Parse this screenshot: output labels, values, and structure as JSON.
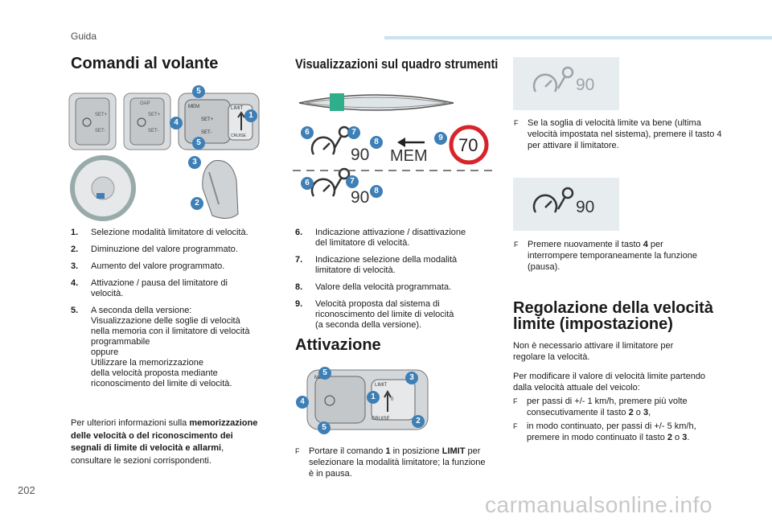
{
  "header": {
    "section": "Guida"
  },
  "page_number": "202",
  "watermark": "carmanualsonline.info",
  "left": {
    "title": "Comandi al volante",
    "items": [
      {
        "num": "1.",
        "text": "Selezione modalità limitatore di velocità."
      },
      {
        "num": "2.",
        "text": "Diminuzione del valore programmato."
      },
      {
        "num": "3.",
        "text": "Aumento del valore programmato."
      },
      {
        "num": "4.",
        "text": "Attivazione / pausa del limitatore di\nvelocità."
      },
      {
        "num": "5.",
        "text": "A seconda della versione:\nVisualizzazione delle soglie di velocità\nnella memoria con il limitatore di velocità\nprogrammabile\noppure\nUtilizzare la memorizzazione\ndella velocità proposta mediante\nriconoscimento del limite di velocità."
      }
    ],
    "note_prefix": "Per ulteriori informazioni sulla",
    "note_bold": "memorizzazione delle velocità o del riconoscimento dei segnali di limite di velocità e allarmi",
    "note_suffix": ", consultare le sezioni corrispondenti."
  },
  "middle": {
    "title": "Visualizzazioni sul quadro strumenti",
    "display": {
      "speed": "90",
      "mem": "MEM",
      "sign_speed": "70"
    },
    "items": [
      {
        "num": "6.",
        "text": "Indicazione attivazione / disattivazione\ndel limitatore di velocità."
      },
      {
        "num": "7.",
        "text": "Indicazione selezione della modalità\nlimitatore di velocità."
      },
      {
        "num": "8.",
        "text": "Valore della velocità programmata."
      },
      {
        "num": "9.",
        "text": "Velocità proposta dal sistema di\nriconoscimento del limite di velocità\n(a seconda della versione)."
      }
    ],
    "activation_title": "Attivazione",
    "activation_bullet": {
      "prefix": "Portare il comando ",
      "b1": "1",
      "mid": " in posizione ",
      "b2": "LIMIT",
      "suffix": " per selezionare la modalità limitatore; la funzione è in pausa."
    },
    "stalk_labels": {
      "limit": "LIMIT",
      "off": "0",
      "cruise": "CRUISE",
      "mem": "MEM"
    }
  },
  "right": {
    "panel_speed": "90",
    "bullet1": "Se la soglia di velocità limite va bene (ultima velocità impostata nel sistema), premere il tasto 4 per attivare il limitatore.",
    "bullet2": {
      "prefix": "Premere nuovamente il tasto ",
      "b": "4",
      "suffix": " per interrompere temporaneamente la funzione (pausa)."
    },
    "reg_title_1": "Regolazione della velocità",
    "reg_title_2": "limite (impostazione)",
    "reg_p1": "Non è necessario attivare il limitatore per regolare la velocità.",
    "reg_p2": "Per modificare il valore di velocità limite partendo dalla velocità attuale del veicolo:",
    "reg_b1": {
      "prefix": "per passi di +/- 1 km/h, premere più volte consecutivamente il tasto ",
      "b1": "2",
      "mid": " o ",
      "b2": "3",
      "suffix": ","
    },
    "reg_b2": {
      "prefix": "in modo continuato, per passi di +/- 5 km/h, premere in modo continuato il tasto ",
      "b1": "2",
      "mid": " o ",
      "b2": "3",
      "suffix": "."
    }
  },
  "callouts": {
    "n1": "1",
    "n2": "2",
    "n3": "3",
    "n4": "4",
    "n5": "5",
    "n6": "6",
    "n7": "7",
    "n8": "8",
    "n9": "9"
  },
  "bullet_glyph": "F",
  "colors": {
    "accent": "#3d7fb6",
    "header_bar": "#c9e3f2",
    "panel": "#e7edef",
    "sign_red": "#d8232a"
  }
}
